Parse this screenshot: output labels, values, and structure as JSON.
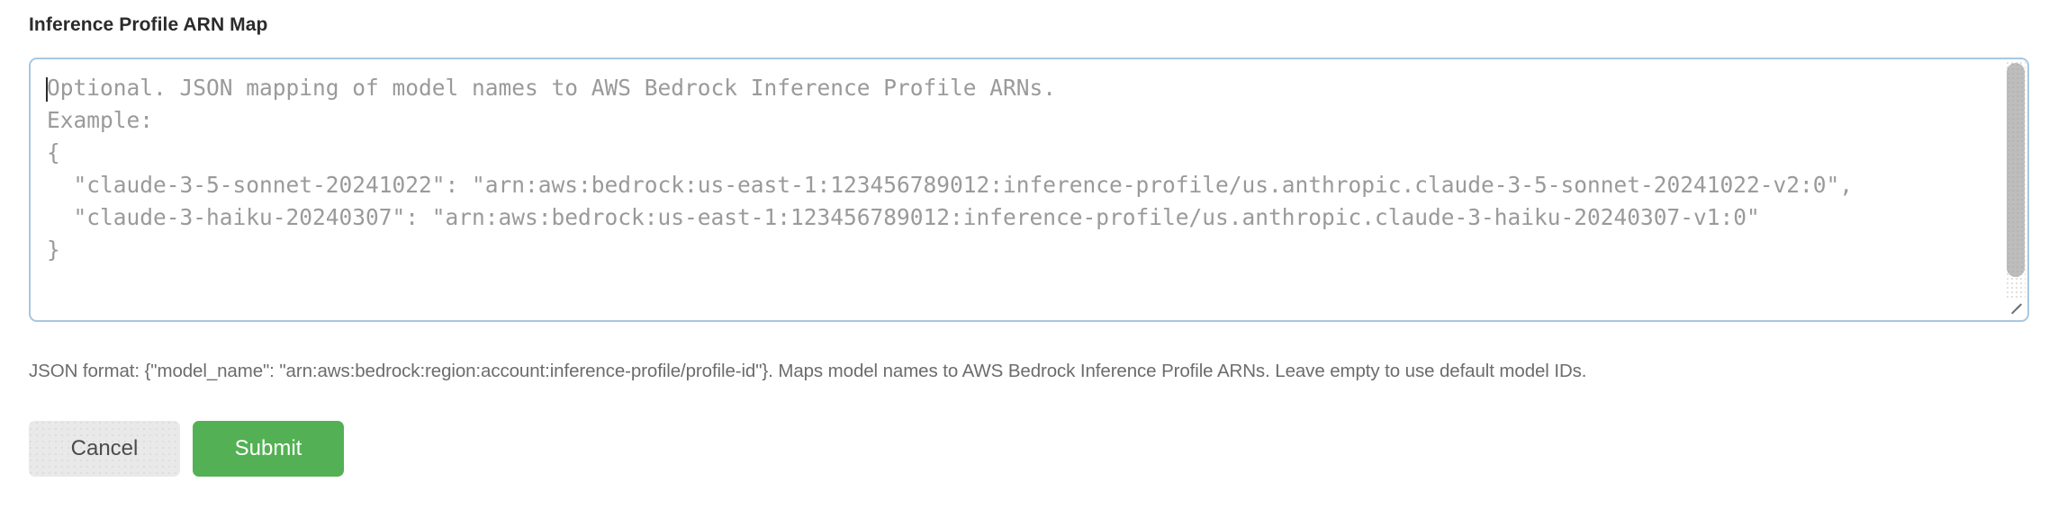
{
  "field": {
    "label": "Inference Profile ARN Map",
    "placeholder": "Optional. JSON mapping of model names to AWS Bedrock Inference Profile ARNs.\nExample:\n{\n  \"claude-3-5-sonnet-20241022\": \"arn:aws:bedrock:us-east-1:123456789012:inference-profile/us.anthropic.claude-3-5-sonnet-20241022-v2:0\",\n  \"claude-3-haiku-20240307\": \"arn:aws:bedrock:us-east-1:123456789012:inference-profile/us.anthropic.claude-3-haiku-20240307-v1:0\"\n}",
    "value": "",
    "help": "JSON format: {\"model_name\": \"arn:aws:bedrock:region:account:inference-profile/profile-id\"}. Maps model names to AWS Bedrock Inference Profile ARNs. Leave empty to use default model IDs.",
    "focused": true
  },
  "scrollbar": {
    "orientation": "vertical",
    "thumb_position_pct": 0,
    "thumb_size_pct": 81
  },
  "resize_handle": {
    "icon": "resize-grip-icon"
  },
  "buttons": {
    "cancel_label": "Cancel",
    "submit_label": "Submit"
  },
  "colors": {
    "submit_green": "#54b054",
    "cancel_gray": "#e9e9e9",
    "focus_border_blue": "#a8c7e0",
    "label_text": "#2b2b2b",
    "help_text": "#6c6c6c",
    "placeholder_text": "#9a9a9a"
  }
}
